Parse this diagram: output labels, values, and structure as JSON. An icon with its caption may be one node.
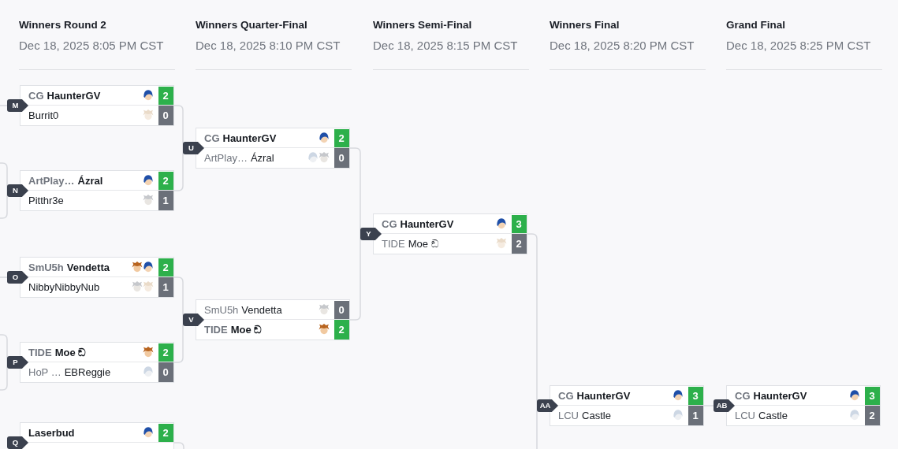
{
  "diagram": {
    "nodes": [
      {
        "text": [
          "M"
        ]
      },
      {
        "text": [
          "CG",
          "HaunterGV"
        ],
        "in": 0
      },
      {
        "text": [
          "2"
        ],
        "in": 1
      },
      {
        "text": [
          "Burrit0"
        ],
        "in": 0
      },
      {
        "text": [
          "0"
        ],
        "in": 3
      },
      {
        "text": [
          "N"
        ]
      },
      {
        "text": [
          "ArtPlay…",
          "Ázral"
        ],
        "in": 5
      },
      {
        "text": [
          "2"
        ],
        "in": 6
      },
      {
        "text": [
          "Pitthr3e"
        ],
        "in": 5
      },
      {
        "text": [
          "1"
        ],
        "in": 8
      },
      {
        "text": [
          "O"
        ]
      },
      {
        "text": [
          "SmU5h",
          "Vendetta"
        ],
        "in": 10
      },
      {
        "text": [
          "2"
        ],
        "in": 11
      },
      {
        "text": [
          "NibbyNibbyNub"
        ],
        "in": 10
      },
      {
        "text": [
          "1"
        ],
        "in": 13
      },
      {
        "text": [
          "P"
        ]
      },
      {
        "text": [
          "TIDE",
          "Moe ඞ"
        ],
        "in": 15
      },
      {
        "text": [
          "2"
        ],
        "in": 16
      },
      {
        "text": [
          "HoP …",
          "EBReggie"
        ],
        "in": 15
      },
      {
        "text": [
          "0"
        ],
        "in": 18
      },
      {
        "text": [
          "Q"
        ]
      },
      {
        "text": [
          "Laserbud"
        ],
        "in": 20
      },
      {
        "text": [
          "2"
        ],
        "in": 21
      },
      {
        "text": [
          "U"
        ]
      },
      {
        "text": [
          "CG",
          "HaunterGV"
        ],
        "in": 23
      },
      {
        "text": [
          "2"
        ],
        "in": 24
      },
      {
        "text": [
          "ArtPlay…",
          "Ázral"
        ],
        "in": 23
      },
      {
        "text": [
          "0"
        ],
        "in": 26
      },
      {
        "text": [
          "V"
        ]
      },
      {
        "text": [
          "SmU5h",
          "Vendetta"
        ],
        "in": 28
      },
      {
        "text": [
          "0"
        ],
        "in": 29
      },
      {
        "text": [
          "TIDE",
          "Moe ඞ"
        ],
        "in": 28
      },
      {
        "text": [
          "2"
        ],
        "in": 31
      },
      {
        "text": [
          "Y"
        ]
      },
      {
        "text": [
          "CG",
          "HaunterGV"
        ],
        "in": 33
      },
      {
        "text": [
          "3"
        ],
        "in": 34
      },
      {
        "text": [
          "TIDE",
          "Moe ඞ"
        ],
        "in": 33
      },
      {
        "text": [
          "2"
        ],
        "in": 36
      },
      {
        "text": [
          "AA"
        ]
      },
      {
        "text": [
          "CG",
          "HaunterGV"
        ],
        "in": 38
      },
      {
        "text": [
          "3"
        ],
        "in": 39
      },
      {
        "text": [
          "LCU",
          "Castle"
        ],
        "in": 38
      },
      {
        "text": [
          "1"
        ],
        "in": 41
      },
      {
        "text": [
          "AB"
        ]
      },
      {
        "text": [
          "CG",
          "HaunterGV"
        ],
        "in": 43
      },
      {
        "text": [
          "3"
        ],
        "in": 44
      },
      {
        "text": [
          "LCU",
          "Castle"
        ],
        "in": 43
      },
      {
        "text": [
          "2"
        ],
        "in": 46
      }
    ],
    "edges": [
      {
        "from": null,
        "to": 0,
        "arrow": "none"
      },
      {
        "from": null,
        "to": 5,
        "arrow": "none"
      },
      {
        "from": null,
        "to": 5,
        "arrow": "none"
      },
      {
        "from": null,
        "to": 10,
        "arrow": "none"
      },
      {
        "from": null,
        "to": 15,
        "arrow": "none"
      },
      {
        "from": null,
        "to": 15,
        "arrow": "none"
      },
      {
        "from": 0,
        "to": 23,
        "arrow": "none"
      },
      {
        "from": 5,
        "to": 23,
        "arrow": "none"
      },
      {
        "from": 10,
        "to": 28,
        "arrow": "none"
      },
      {
        "from": 15,
        "to": 28,
        "arrow": "none"
      },
      {
        "from": 20,
        "to": null,
        "arrow": "none"
      },
      {
        "from": 23,
        "to": 33,
        "arrow": "none"
      },
      {
        "from": 28,
        "to": 33,
        "arrow": "none"
      },
      {
        "from": 33,
        "to": 38,
        "arrow": "none"
      },
      {
        "from": null,
        "to": 38,
        "arrow": "none"
      },
      {
        "from": 38,
        "to": 43,
        "arrow": "none"
      }
    ],
    "labels": [
      "Winners Round 2",
      "Dec 18, 2025 8:05 PM CST",
      "Winners Quarter-Final",
      "Dec 18, 2025 8:10 PM CST",
      "Winners Semi-Final",
      "Dec 18, 2025 8:15 PM CST",
      "Winners Final",
      "Dec 18, 2025 8:20 PM CST",
      "Grand Final",
      "Dec 18, 2025 8:25 PM CST"
    ]
  }
}
